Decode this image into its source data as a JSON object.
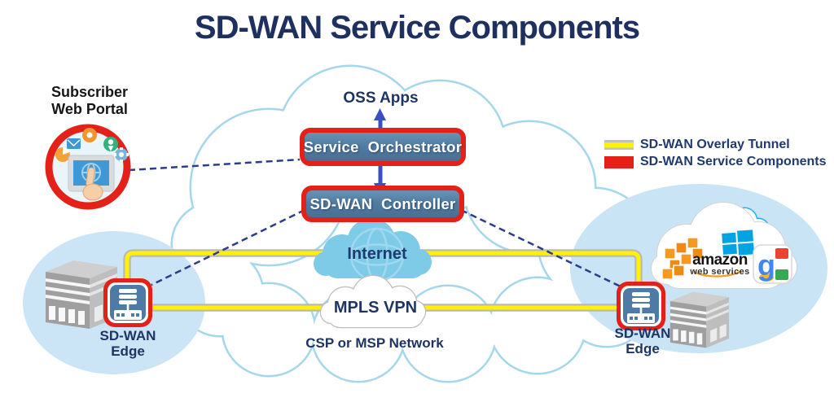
{
  "title": "SD-WAN Service Components",
  "portal": {
    "label_line1": "Subscriber",
    "label_line2": "Web Portal"
  },
  "cloud": {
    "oss_apps_label": "OSS Apps",
    "orchestrator_label": "Service  Orchestrator",
    "controller_label": "SD-WAN  Controller",
    "internet_label": "Internet",
    "mpls_label": "MPLS VPN",
    "network_label": "CSP or MSP Network"
  },
  "edge_left": {
    "line1": "SD-WAN",
    "line2": "Edge"
  },
  "edge_right": {
    "line1": "SD-WAN",
    "line2": "Edge"
  },
  "legend": {
    "items": [
      {
        "swatch": "overlay-tunnel",
        "label": "SD-WAN Overlay Tunnel"
      },
      {
        "swatch": "service-component",
        "label": "SD-WAN Service Components"
      }
    ]
  },
  "aws": {
    "brand": "amazon",
    "brand_sub": "web services",
    "google_letter": "g"
  },
  "colors": {
    "title_navy": "#1e3060",
    "label_navy": "#1e3464",
    "component_red": "#e32119",
    "tunnel_yellow": "#fff200",
    "tunnel_casing_gray": "#b9b9b9",
    "box_blue": "#527ca3",
    "provider_cloud_outline": "#a5d7eb",
    "site_ellipse_blue": "#cbe5f6",
    "internet_cloud_blue": "#7ecbe8",
    "connector_dash_blue": "#2c3c8f"
  }
}
